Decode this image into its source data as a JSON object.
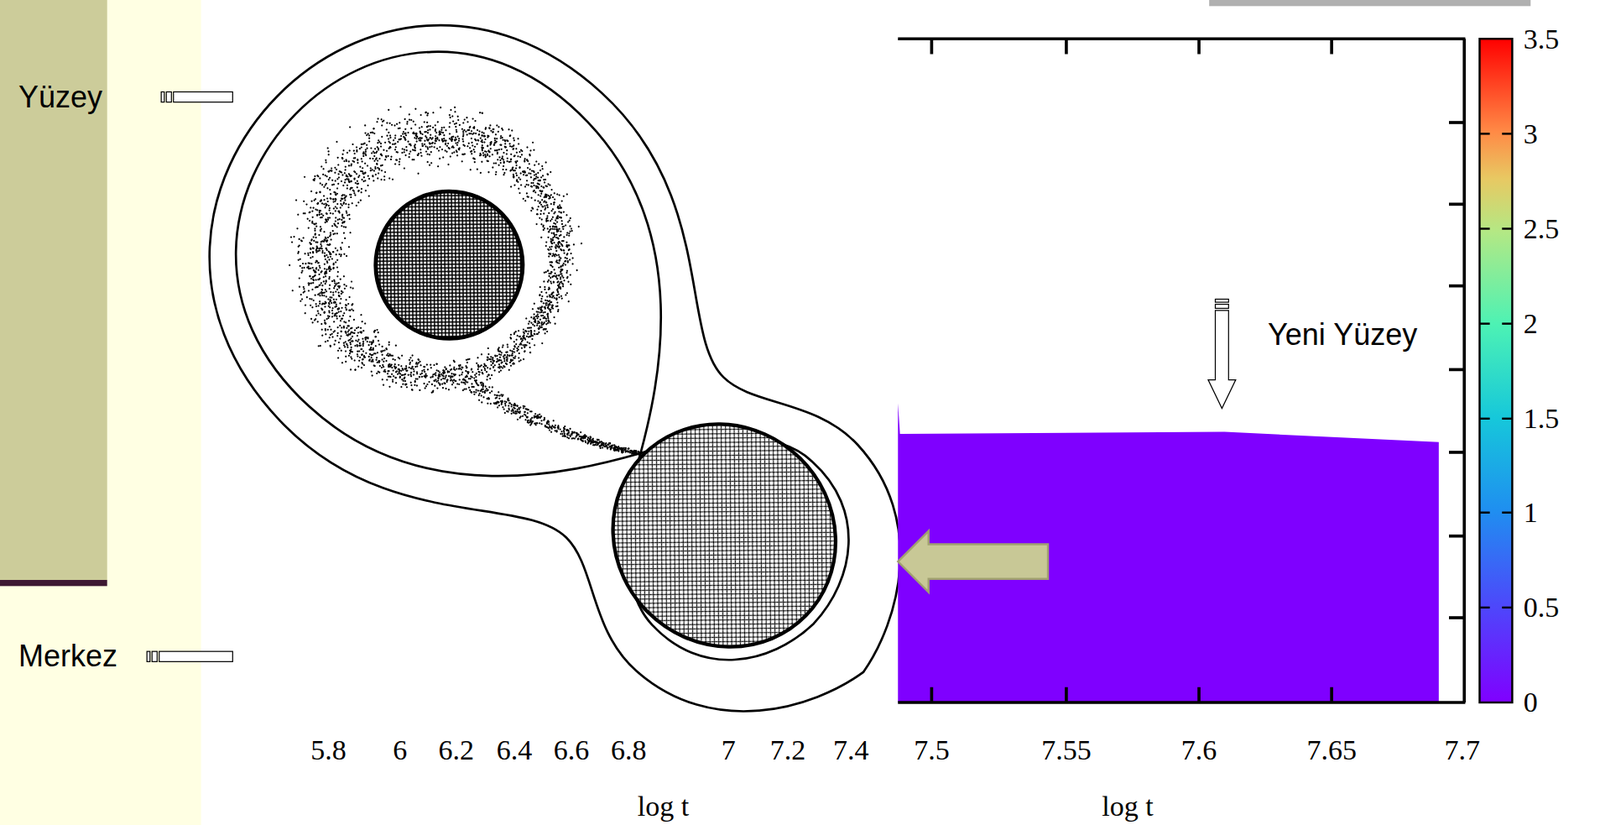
{
  "diagram": {
    "labels": [
      "Yüzey",
      "Merkez",
      "Yeni Yüzey",
      "3.5",
      "3",
      "2.5",
      "2",
      "1.5",
      "1",
      "0.5",
      "0",
      "5.8",
      "6",
      "6.2",
      "6.4",
      "6.6",
      "6.8",
      "7",
      "7.2",
      "7.4",
      "log t",
      "7.5",
      "7.55",
      "7.6",
      "7.65",
      "7.7",
      "log t"
    ]
  }
}
